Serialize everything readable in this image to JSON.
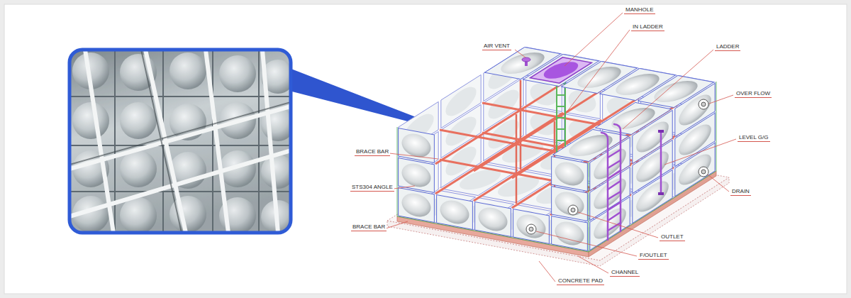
{
  "diagram": {
    "labels": [
      "MANHOLE",
      "IN LADDER",
      "LADDER",
      "AIR VENT",
      "OVER FLOW",
      "LEVEL G/G",
      "BRACE BAR",
      "STS304 ANGLE",
      "BRACE BAR",
      "DRAIN",
      "OUTLET",
      "F/OUTLET",
      "CHANNEL",
      "CONCRETE PAD"
    ]
  }
}
